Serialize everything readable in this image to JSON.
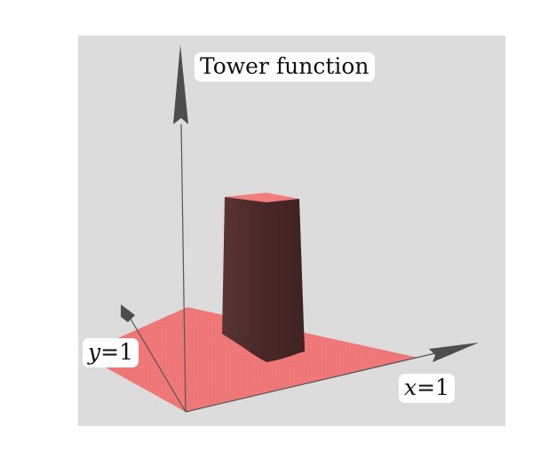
{
  "title": "Tower function",
  "axis_labels": {
    "y": {
      "var": "y",
      "rest": "=1"
    },
    "x": {
      "var": "x",
      "rest": "=1"
    }
  },
  "colors": {
    "panel_background": "#dcdcdc",
    "base_surface": "#f07878",
    "tower_side_dark": "#4a2a2a",
    "tower_top": "#f27d7d",
    "axis": "#555555",
    "arrowhead": "#4d4d4d"
  }
}
